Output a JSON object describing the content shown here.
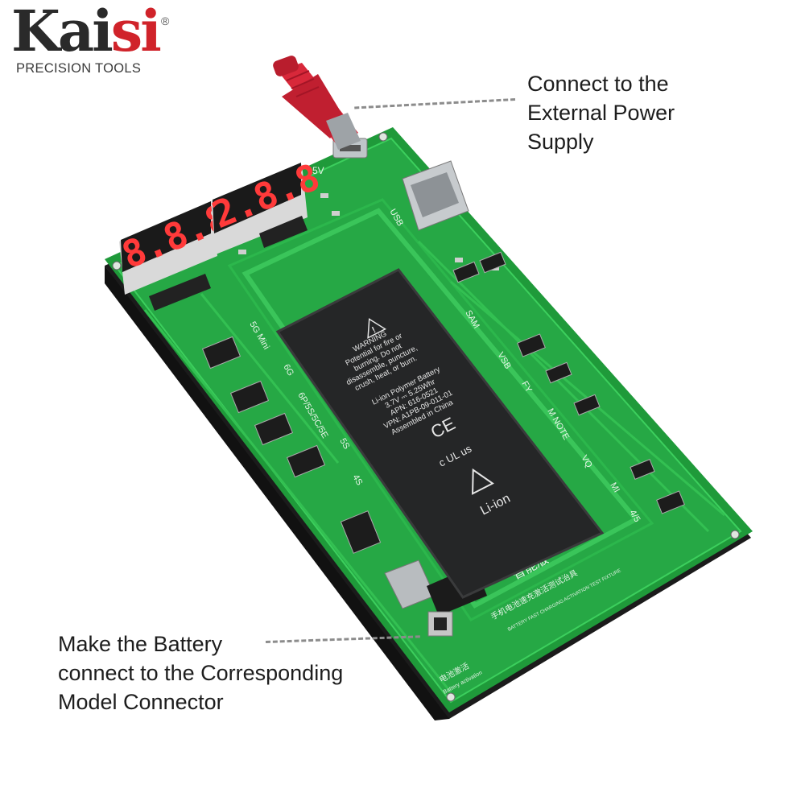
{
  "brand": {
    "name_left": "Kai",
    "name_right": "si",
    "registered_mark": "®",
    "tagline": "PRECISION TOOLS"
  },
  "callouts": {
    "power": [
      "Connect to the",
      "External Power",
      "Supply"
    ],
    "battery": [
      "Make the Battery",
      "connect to the Corresponding",
      "Model Connector"
    ]
  },
  "board": {
    "display_left": "8.8.8",
    "display_right": "2.8.8",
    "label_5v": "5V",
    "label_usb": "USB",
    "connector_labels": [
      "5G Mini",
      "6G",
      "6P/5S/5C/5E",
      "5S",
      "4S"
    ],
    "side_labels": [
      "SAM",
      "VSB",
      "FY",
      "M NOTE",
      "VQ",
      "MI",
      "4/5"
    ],
    "chinese_title": "智能版",
    "chinese_subtitle": "手机电池速充激活测试治具",
    "english_subtitle": "BATTERY FAST CHARGING ACTIVATION TEST FIXTURE",
    "small_chinese_label": "电池激活",
    "small_english_label": "Battery activation"
  },
  "battery_label": {
    "warning_lines": [
      "WARNING",
      "Potential for fire or",
      "burning. Do not",
      "disassemble, puncture,",
      "crush, heat, or burn."
    ],
    "spec_lines": [
      "Li-ion Polymer Battery",
      "3.7V ⎓ 5.25Whr",
      "APN: 616-0521",
      "VPN: A1PB-09-011-01",
      "Assembled in China"
    ],
    "ce_mark": "CE",
    "ul_mark": "c UL us",
    "chemistry": "Li-ion"
  },
  "colors": {
    "pcb_green": "#1f9a3a",
    "pcb_light": "#2fbd4e",
    "foam_black": "#1b1b1b",
    "battery_black": "#252627",
    "cable_red": "#d8283a",
    "led_red": "#ff3a3a",
    "logo_red": "#d0232a"
  }
}
